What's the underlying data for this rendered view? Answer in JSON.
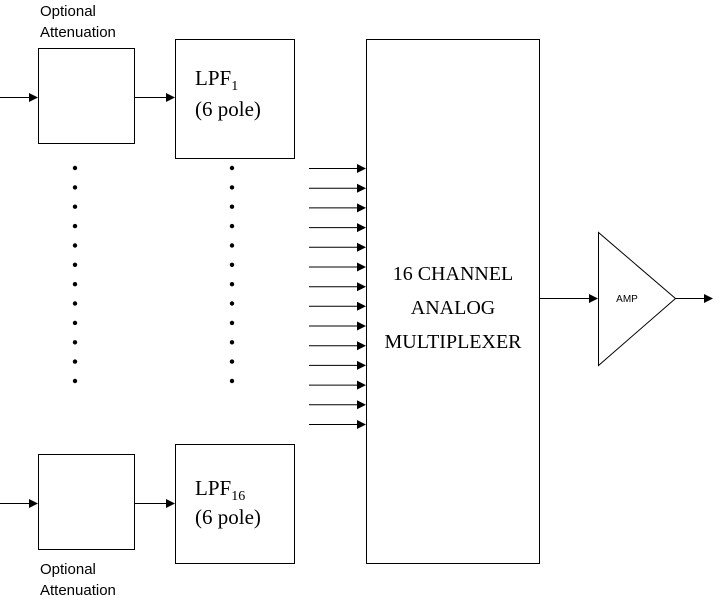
{
  "diagram": {
    "top_attenuation_label": {
      "line1": "Optional",
      "line2": "Attenuation"
    },
    "bottom_attenuation_label": {
      "line1": "Optional",
      "line2": "Attenuation"
    },
    "filter_top": {
      "name": "LPF",
      "subscript": "1",
      "detail": "(6 pole)"
    },
    "filter_bottom": {
      "name": "LPF",
      "subscript": "16",
      "detail": "(6 pole)"
    },
    "multiplexer": {
      "line1": "16 CHANNEL",
      "line2": "ANALOG",
      "line3": "MULTIPLEXER",
      "input_count": 14
    },
    "amplifier": {
      "label": "AMP"
    },
    "ellipsis_dot_count": 12,
    "colors": {
      "ink": "#000000",
      "background": "#ffffff"
    }
  }
}
